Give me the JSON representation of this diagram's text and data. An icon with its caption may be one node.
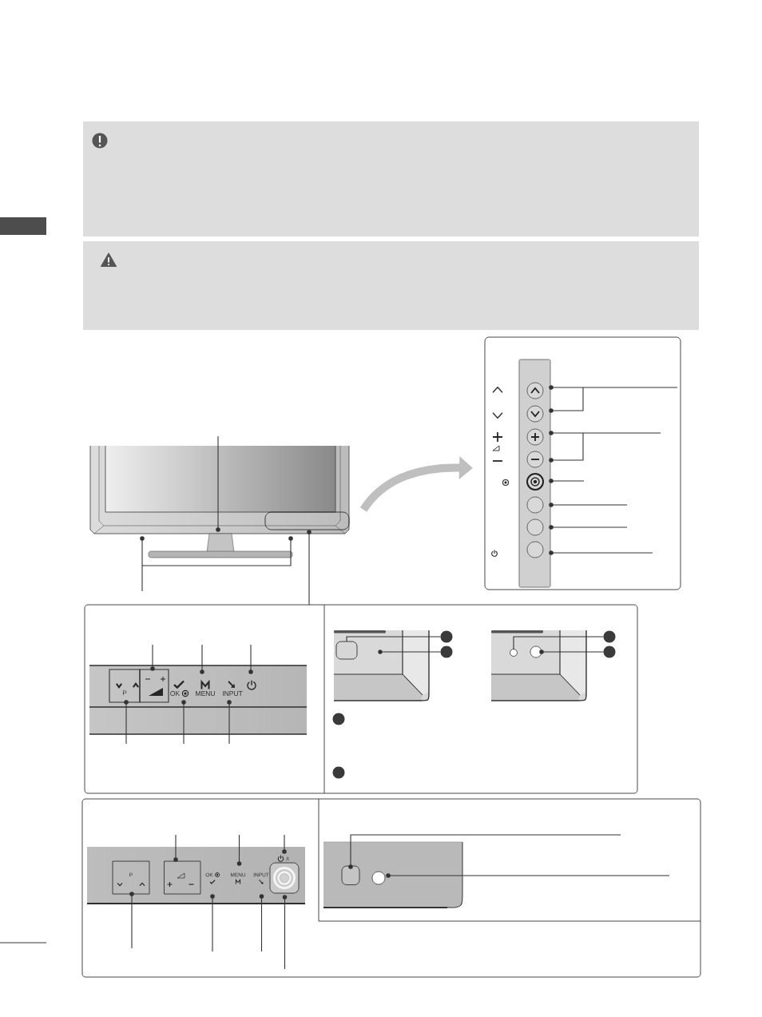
{
  "diagram": {
    "nodes": [
      {
        "text": [],
        "shape": "picture"
      },
      {
        "text": [],
        "shape": "box",
        "in": 0
      },
      {
        "text": [],
        "shape": "box"
      },
      {
        "text": [],
        "shape": "circle",
        "in": 2
      },
      {
        "text": [],
        "shape": "circle",
        "in": 2
      },
      {
        "text": [],
        "shape": "circle",
        "in": 2
      },
      {
        "text": [],
        "shape": "circle",
        "in": 2
      },
      {
        "text": [],
        "shape": "circle",
        "in": 2
      },
      {
        "text": [],
        "shape": "circle",
        "in": 2
      },
      {
        "text": [],
        "shape": "circle",
        "in": 2
      },
      {
        "text": [],
        "shape": "circle",
        "in": 2
      },
      {
        "text": [],
        "shape": "box"
      },
      {
        "text": [
          "P"
        ],
        "in": 11
      },
      {
        "text": [],
        "shape": "box",
        "in": 11
      },
      {
        "text": [
          "OK"
        ],
        "in": 11
      },
      {
        "text": [
          "MENU"
        ],
        "in": 11
      },
      {
        "text": [
          "INPUT"
        ],
        "in": 11
      },
      {
        "text": [],
        "shape": "picture",
        "in": 11
      },
      {
        "text": [],
        "shape": "circle",
        "in": 11
      },
      {
        "text": [],
        "shape": "circle",
        "in": 11
      },
      {
        "text": [],
        "shape": "box",
        "in": 11
      },
      {
        "text": [],
        "shape": "circle",
        "in": 11
      },
      {
        "text": [],
        "shape": "circle",
        "in": 11
      },
      {
        "text": [],
        "shape": "circle",
        "in": 11
      },
      {
        "text": [],
        "shape": "circle",
        "in": 11
      },
      {
        "text": [],
        "shape": "circle",
        "in": 11
      },
      {
        "text": [],
        "shape": "circle",
        "in": 11
      },
      {
        "text": [],
        "shape": "circle",
        "in": 11
      },
      {
        "text": [],
        "shape": "box"
      },
      {
        "text": [
          "P"
        ],
        "in": 28
      },
      {
        "text": [],
        "shape": "box",
        "in": 28
      },
      {
        "text": [
          "OK"
        ],
        "in": 28
      },
      {
        "text": [
          "MENU"
        ],
        "in": 28
      },
      {
        "text": [
          "INPUT"
        ],
        "in": 28
      },
      {
        "text": [
          "/I"
        ],
        "in": 28
      },
      {
        "text": [],
        "shape": "box",
        "in": 28
      },
      {
        "text": [],
        "shape": "box",
        "in": 28
      },
      {
        "text": [],
        "shape": "circle",
        "in": 28
      }
    ],
    "edges": [
      {
        "from": null,
        "to": 3,
        "arrow": "other"
      },
      {
        "from": null,
        "to": 4,
        "arrow": "other"
      },
      {
        "from": null,
        "to": 5,
        "arrow": "other"
      },
      {
        "from": null,
        "to": 6,
        "arrow": "other"
      },
      {
        "from": null,
        "to": 7,
        "arrow": "other"
      },
      {
        "from": null,
        "to": 8,
        "arrow": "other"
      },
      {
        "from": null,
        "to": 9,
        "arrow": "other"
      },
      {
        "from": null,
        "to": 10,
        "arrow": "other"
      },
      {
        "from": null,
        "to": 0,
        "arrow": "other"
      },
      {
        "from": null,
        "to": 0,
        "arrow": "other"
      },
      {
        "from": null,
        "to": 0,
        "arrow": "other"
      },
      {
        "from": 11,
        "to": 1,
        "arrow": "other"
      },
      {
        "from": 0,
        "to": 2,
        "arrow": "to",
        "style": "thick",
        "color": "#bfbfbf"
      },
      {
        "from": null,
        "to": 13,
        "arrow": "other"
      },
      {
        "from": null,
        "to": 15,
        "arrow": "other"
      },
      {
        "from": null,
        "to": 17,
        "arrow": "other"
      },
      {
        "from": null,
        "to": 12,
        "arrow": "other"
      },
      {
        "from": null,
        "to": 14,
        "arrow": "other"
      },
      {
        "from": null,
        "to": 16,
        "arrow": "other"
      },
      {
        "from": 18,
        "to": 20,
        "arrow": "none"
      },
      {
        "from": 19,
        "to": 21,
        "arrow": "none"
      },
      {
        "from": 22,
        "to": 24,
        "arrow": "none"
      },
      {
        "from": 23,
        "to": 25,
        "arrow": "other"
      },
      {
        "from": null,
        "to": 30,
        "arrow": "other"
      },
      {
        "from": null,
        "to": 32,
        "arrow": "other"
      },
      {
        "from": null,
        "to": 34,
        "arrow": "other"
      },
      {
        "from": null,
        "to": 29,
        "arrow": "other"
      },
      {
        "from": null,
        "to": 31,
        "arrow": "other"
      },
      {
        "from": null,
        "to": 33,
        "arrow": "other"
      },
      {
        "from": null,
        "to": 35,
        "arrow": "other"
      },
      {
        "from": null,
        "to": 36,
        "arrow": "other"
      },
      {
        "from": null,
        "to": 37,
        "arrow": "other"
      }
    ]
  }
}
